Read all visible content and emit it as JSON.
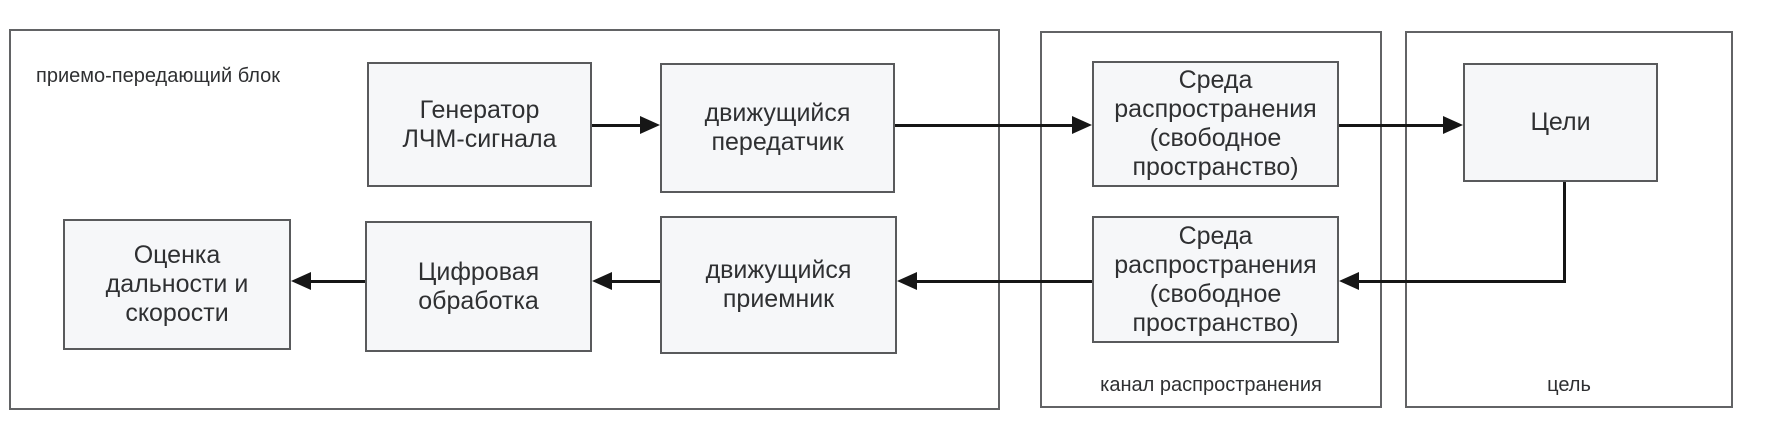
{
  "diagram": {
    "containers": {
      "transceiver": {
        "label": "приемо-передающий блок"
      },
      "channel": {
        "label": "канал распространения"
      },
      "target": {
        "label": "цель"
      }
    },
    "blocks": {
      "generator": {
        "lines": [
          "Генератор",
          "ЛЧМ-сигнала"
        ]
      },
      "transmitter": {
        "lines": [
          "движущийся",
          "передатчик"
        ]
      },
      "medium_top": {
        "lines": [
          "Среда",
          "распространения",
          "(свободное",
          "пространство)"
        ]
      },
      "targets": {
        "lines": [
          "Цели"
        ]
      },
      "estimate": {
        "lines": [
          "Оценка",
          "дальности и",
          "скорости"
        ]
      },
      "dsp": {
        "lines": [
          "Цифровая",
          "обработка"
        ]
      },
      "receiver": {
        "lines": [
          "движущийся",
          "приемник"
        ]
      },
      "medium_bottom": {
        "lines": [
          "Среда",
          "распространения",
          "(свободное",
          "пространство)"
        ]
      }
    },
    "colors": {
      "box_fill": "#f6f7f9",
      "box_border": "#595a5c",
      "container_border": "#626365",
      "arrow": "#161616",
      "text": "#2f3032",
      "background": "#ffffff"
    }
  }
}
